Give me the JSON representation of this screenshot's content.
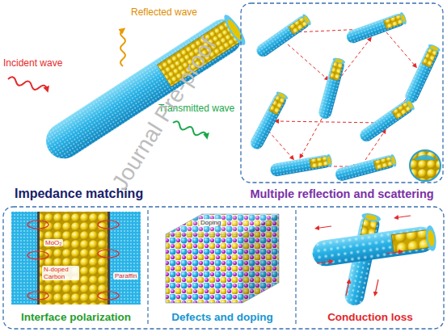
{
  "diagram": {
    "nodes": [
      {
        "text": [
          "Multiple reflection and scattering"
        ]
      },
      {
        "text": [
          "Interface polarization"
        ]
      },
      {
        "text": [
          "Defects and doping"
        ]
      },
      {
        "text": [
          "Conduction loss"
        ]
      }
    ],
    "labels": [
      "Incident wave",
      "Reflected wave",
      "Transmitted wave",
      "Impedance matching",
      "MoO₂",
      "N-doped Carbon",
      "Paraffin",
      "Doping",
      "Journal Pre-proof"
    ]
  }
}
